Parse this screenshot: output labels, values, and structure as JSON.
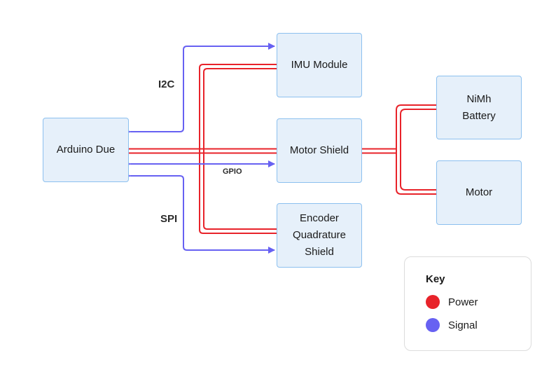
{
  "colors": {
    "power": "#e8232a",
    "signal": "#6761f2",
    "node_fill": "#e6f0fa",
    "node_border": "#8cc0ef"
  },
  "nodes": {
    "arduino": "Arduino Due",
    "imu": "IMU Module",
    "motor_shield": "Motor Shield",
    "encoder": "Encoder\nQuadrature\nShield",
    "battery": "NiMh\nBattery",
    "motor": "Motor"
  },
  "edge_labels": {
    "i2c": "I2C",
    "gpio": "GPIO",
    "spi": "SPI"
  },
  "key": {
    "title": "Key",
    "power": "Power",
    "signal": "Signal"
  }
}
